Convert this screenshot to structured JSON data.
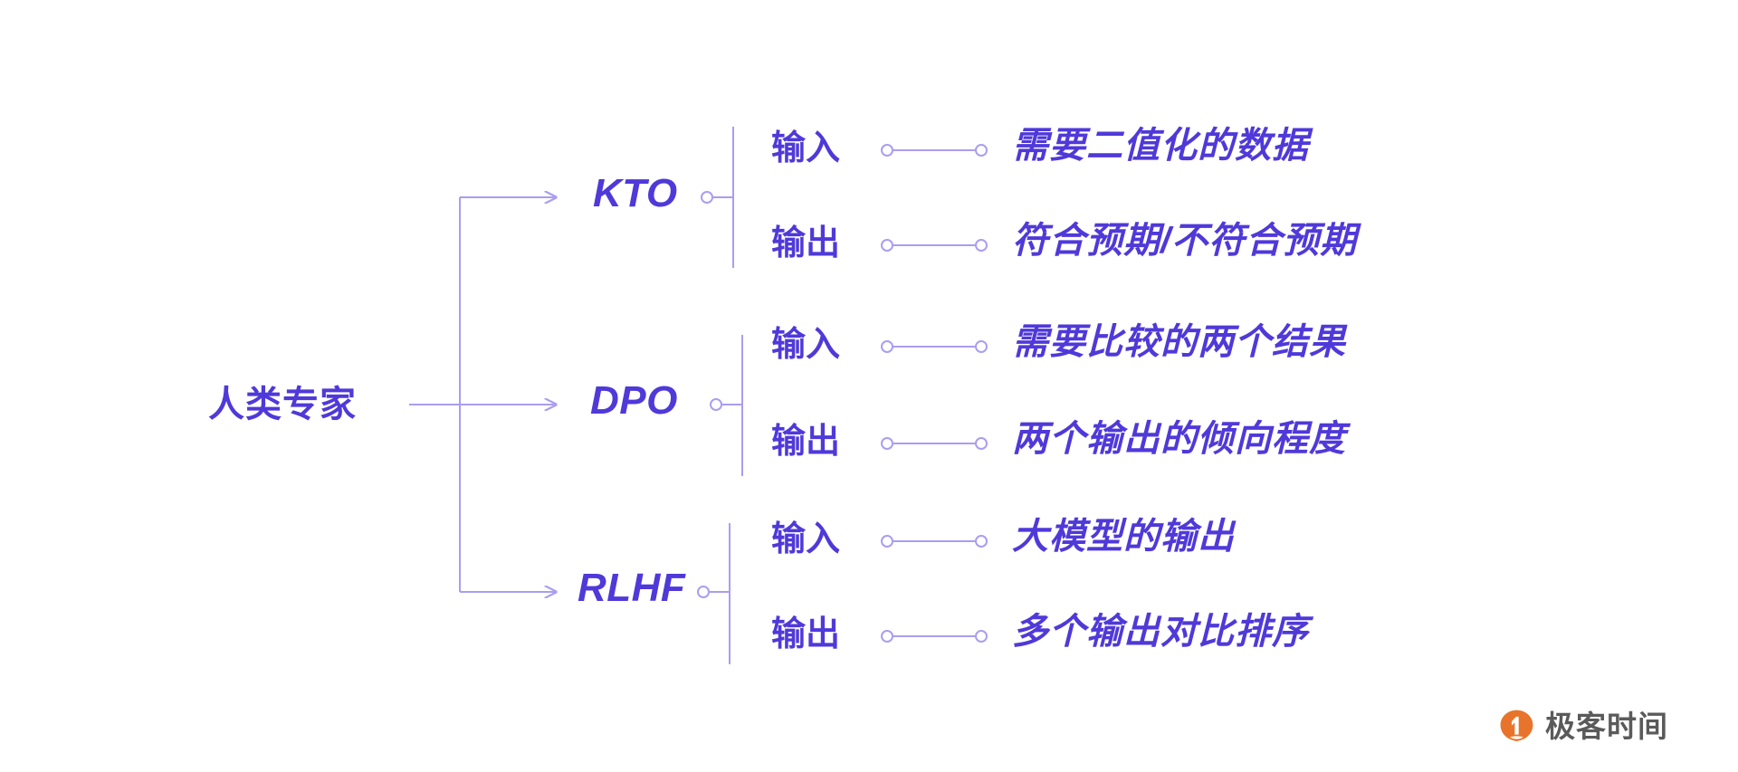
{
  "theme": {
    "background": "#ffffff",
    "accent": "#4f39d9",
    "line": "#a99ef0",
    "brand_orange": "#e8742c",
    "brand_gray": "#5a5a5a"
  },
  "diagram": {
    "type": "tree",
    "root": {
      "label": "人类专家"
    },
    "branches": [
      {
        "name": "KTO",
        "rows": [
          {
            "io": "输入",
            "value": "需要二值化的数据"
          },
          {
            "io": "输出",
            "value": "符合预期/不符合预期"
          }
        ]
      },
      {
        "name": "DPO",
        "rows": [
          {
            "io": "输入",
            "value": "需要比较的两个结果"
          },
          {
            "io": "输出",
            "value": "两个输出的倾向程度"
          }
        ]
      },
      {
        "name": "RLHF",
        "rows": [
          {
            "io": "输入",
            "value": "大模型的输出"
          },
          {
            "io": "输出",
            "value": "多个输出对比排序"
          }
        ]
      }
    ]
  },
  "watermark": {
    "text": "极客时间",
    "icon": "geektime-logo-icon"
  }
}
